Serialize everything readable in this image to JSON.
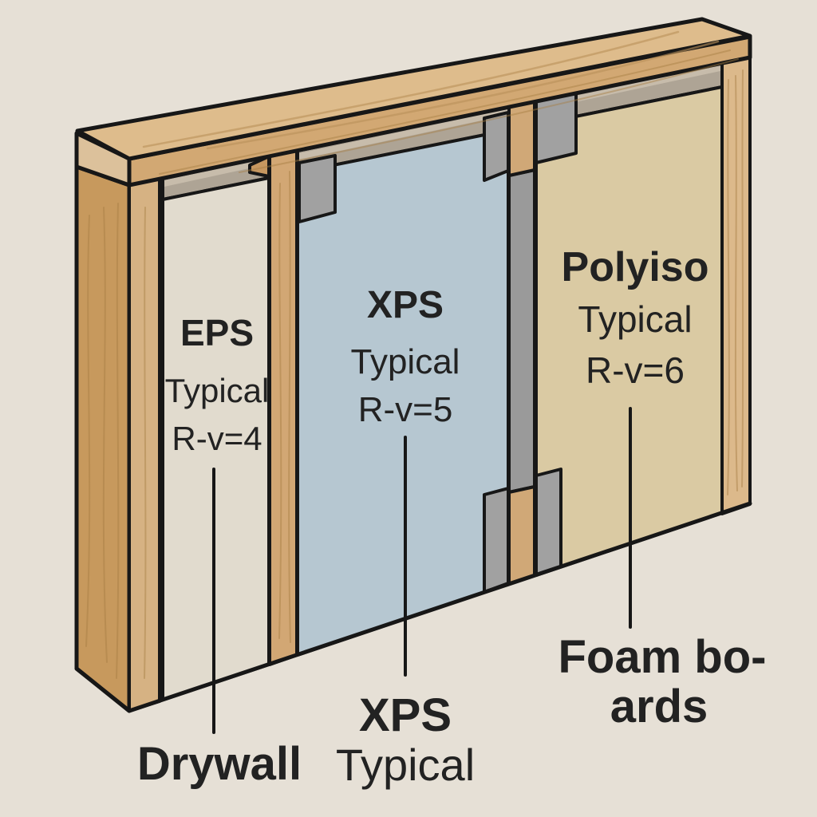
{
  "colors": {
    "background": "#f4eee3",
    "outline": "#191919",
    "text": "#242424",
    "wood_top_face": "#ebc795",
    "wood_plate_front": "#dfb27a",
    "wood_end_grain": "#e9cda4",
    "wood_post_side": "#d3a263",
    "wood_post_front": "#e3bd8b",
    "wood_stud": "#dfb17b",
    "wood_stud_right": "#e9c494",
    "wood_wedge": "#d2a066",
    "wood_block": "#ddb27e",
    "steel_band": "#b9ae9e",
    "steel_band_light": "#d7cbb8",
    "steel_strip": "#a3a3a3",
    "steel_plate": "#ababab"
  },
  "panels": [
    {
      "name": "EPS",
      "line2": "Typical",
      "line3": "R-v=4",
      "fill": "#efe8da"
    },
    {
      "name": "XPS",
      "line2": "Typical",
      "line3": "R-v=5",
      "fill": "#c1d3de"
    },
    {
      "name": "Polyiso",
      "line2": "Typical",
      "line3": "R-v=6",
      "fill": "#e7d6ad"
    }
  ],
  "callouts": [
    {
      "lines": [
        "Drywall"
      ]
    },
    {
      "lines": [
        "XPS",
        "Typical"
      ]
    },
    {
      "lines": [
        "Foam bo-",
        "ards"
      ]
    }
  ]
}
